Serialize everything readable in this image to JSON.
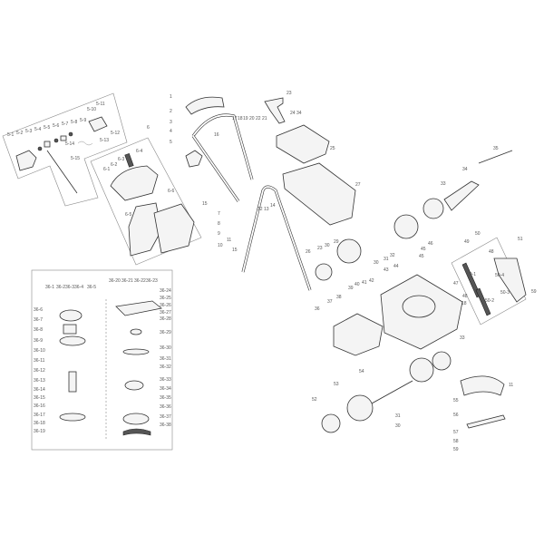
{
  "diagram": {
    "type": "exploded-parts-view",
    "groups": {
      "group_5": [
        "5-1",
        "5-2",
        "5-3",
        "5-4",
        "5-5",
        "5-6",
        "5-7",
        "5-8",
        "5-9",
        "5-10",
        "5-11",
        "5-12",
        "5-13",
        "5-14",
        "5-15"
      ],
      "group_6": [
        "6",
        "6-1",
        "6-2",
        "6-3",
        "6-4",
        "6-5",
        "6-6"
      ],
      "handle": [
        "1",
        "2",
        "3",
        "4",
        "5",
        "7",
        "8",
        "9",
        "10",
        "11",
        "12",
        "13",
        "14",
        "15",
        "15",
        "16",
        "17",
        "18",
        "19",
        "20",
        "22",
        "21",
        "23",
        "24",
        "34",
        "25",
        "27"
      ],
      "group_36": [
        "36-1",
        "36-2",
        "36-3",
        "36-4",
        "36-5",
        "36-6",
        "36-7",
        "36-8",
        "36-9",
        "36-10",
        "36-11",
        "36-12",
        "36-13",
        "36-14",
        "36-15",
        "36-16",
        "36-17",
        "36-18",
        "36-19",
        "36-20",
        "36-21",
        "36-22",
        "36-23",
        "36-24",
        "36-25",
        "36-26",
        "36-27",
        "36-28",
        "36-29",
        "36-30",
        "36-31",
        "36-32",
        "36-33",
        "36-34",
        "36-35",
        "36-36",
        "36-37",
        "36-38"
      ],
      "deck": [
        "35",
        "34",
        "33",
        "29",
        "30",
        "23",
        "26",
        "31",
        "32",
        "30",
        "46",
        "45",
        "45",
        "49",
        "50",
        "51",
        "48",
        "50-1",
        "50-4",
        "50-3",
        "50-2",
        "59",
        "47",
        "48",
        "18",
        "43",
        "44",
        "42",
        "41",
        "40",
        "39",
        "38",
        "37",
        "36",
        "33"
      ],
      "front": [
        "54",
        "52",
        "53",
        "31",
        "30",
        "55",
        "11",
        "56",
        "57",
        "58",
        "59"
      ]
    },
    "colors": {
      "line": "#333333",
      "label": "#555555",
      "fill": "#f4f4f4"
    }
  }
}
